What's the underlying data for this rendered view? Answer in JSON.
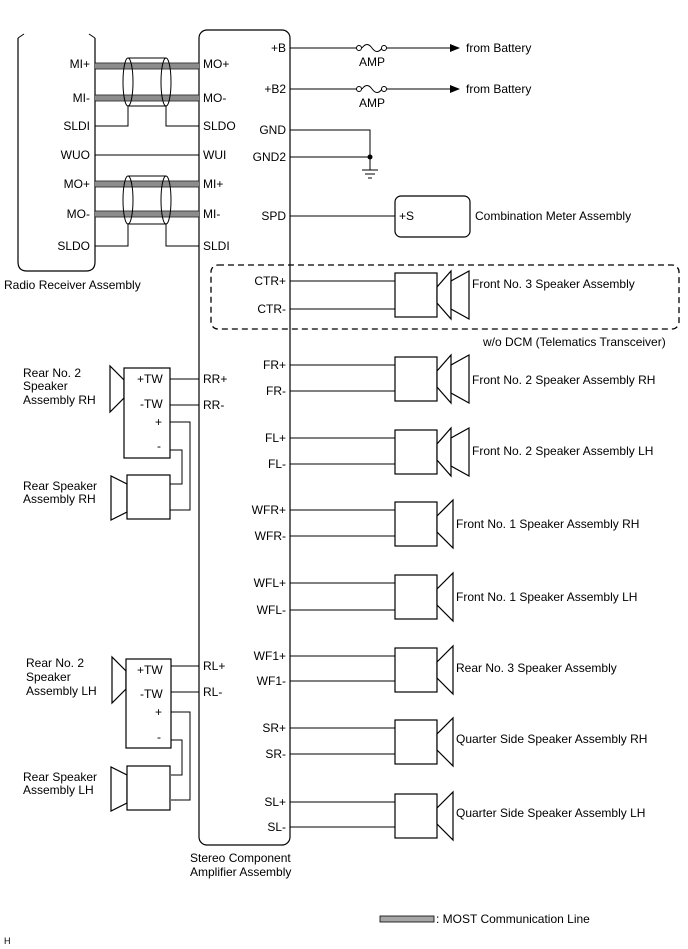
{
  "radio": {
    "name": "Radio Receiver Assembly",
    "pins": [
      "MI+",
      "MI-",
      "SLDI",
      "WUO",
      "MO+",
      "MO-",
      "SLDO"
    ]
  },
  "amp": {
    "name_line1": "Stereo Component",
    "name_line2": "Amplifier Assembly",
    "left_pins": [
      "MO+",
      "MO-",
      "SLDO",
      "WUI",
      "MI+",
      "MI-",
      "SLDI"
    ],
    "rear_pins": [
      "RR+",
      "RR-",
      "RL+",
      "RL-"
    ],
    "power_pins": [
      "+B",
      "+B2",
      "GND",
      "GND2",
      "SPD"
    ]
  },
  "power": {
    "fuse_label": "AMP",
    "source_label": "from Battery"
  },
  "meter": {
    "pin": "+S",
    "name": "Combination Meter Assembly"
  },
  "option_note": "w/o DCM (Telematics Transceiver)",
  "speakers": [
    {
      "name": "Front No. 3 Speaker Assembly",
      "pin_pos": "CTR+",
      "pin_neg": "CTR-"
    },
    {
      "name": "Front No. 2 Speaker Assembly RH",
      "pin_pos": "FR+",
      "pin_neg": "FR-"
    },
    {
      "name": "Front No. 2 Speaker Assembly LH",
      "pin_pos": "FL+",
      "pin_neg": "FL-"
    },
    {
      "name": "Front No. 1 Speaker Assembly RH",
      "pin_pos": "WFR+",
      "pin_neg": "WFR-"
    },
    {
      "name": "Front No. 1 Speaker Assembly LH",
      "pin_pos": "WFL+",
      "pin_neg": "WFL-"
    },
    {
      "name": "Rear No. 3 Speaker Assembly",
      "pin_pos": "WF1+",
      "pin_neg": "WF1-"
    },
    {
      "name": "Quarter Side Speaker Assembly RH",
      "pin_pos": "SR+",
      "pin_neg": "SR-"
    },
    {
      "name": "Quarter Side Speaker Assembly LH",
      "pin_pos": "SL+",
      "pin_neg": "SL-"
    }
  ],
  "rear_groups": [
    {
      "tweeter_name": [
        "Rear No. 2",
        "Speaker",
        "Assembly RH"
      ],
      "tweeter_pins": [
        "+TW",
        "-TW",
        "+",
        "-"
      ],
      "woofer_name": [
        "Rear Speaker",
        "Assembly RH"
      ]
    },
    {
      "tweeter_name": [
        "Rear No. 2",
        "Speaker",
        "Assembly LH"
      ],
      "tweeter_pins": [
        "+TW",
        "-TW",
        "+",
        "-"
      ],
      "woofer_name": [
        "Rear Speaker",
        "Assembly LH"
      ]
    }
  ],
  "legend": ": MOST Communication Line",
  "corner_mark": "H"
}
